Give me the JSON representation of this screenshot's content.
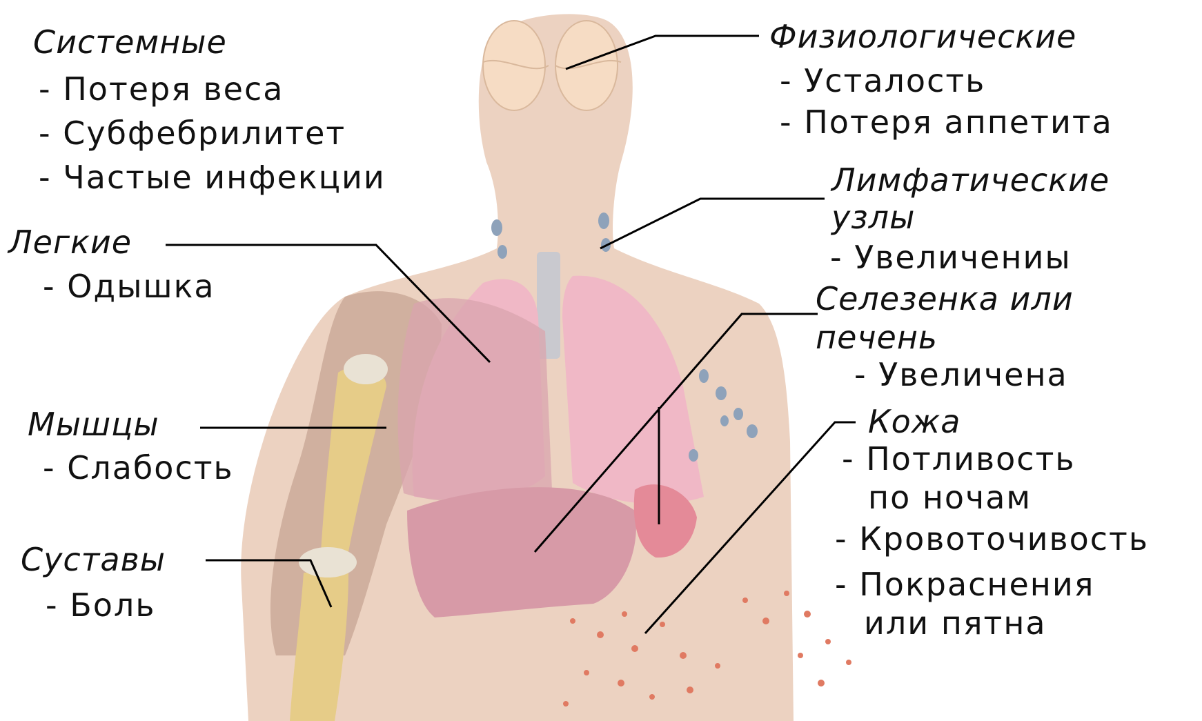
{
  "colors": {
    "skin": "#ecd2c1",
    "bone": "#e6cc88",
    "muscle_arm": "#c9a896",
    "lung": "#f0b8c6",
    "liver": "#d79aa7",
    "spleen": "#e48a98",
    "brain": "#f6dcc4",
    "lymph": "#8ea2ba",
    "rash": "#e07a62",
    "leader_line": "#000000"
  },
  "groups": {
    "systemic": {
      "title": "Системные",
      "items": [
        "- Потеря веса",
        "- Субфебрилитет",
        "- Частые инфекции"
      ]
    },
    "physiological": {
      "title": "Физиологические",
      "items": [
        "- Усталость",
        "- Потеря аппетита"
      ]
    },
    "lungs": {
      "title": "Легкие",
      "items": [
        "- Одышка"
      ]
    },
    "lymph_nodes": {
      "title_lines": [
        "Лимфатические",
        "узлы"
      ],
      "items": [
        "- Увеличениы"
      ]
    },
    "spleen_liver": {
      "title_lines": [
        "Селезенка или",
        "печень"
      ],
      "items": [
        "- Увеличена"
      ]
    },
    "muscles": {
      "title": "Мышцы",
      "items": [
        "- Слабость"
      ]
    },
    "skin": {
      "title": "Кожа",
      "items": [
        "- Потливость",
        "по ночам",
        "- Кровоточивость",
        "- Покраснения",
        "или пятна"
      ]
    },
    "joints": {
      "title": "Суставы",
      "items": [
        "- Боль"
      ]
    }
  }
}
